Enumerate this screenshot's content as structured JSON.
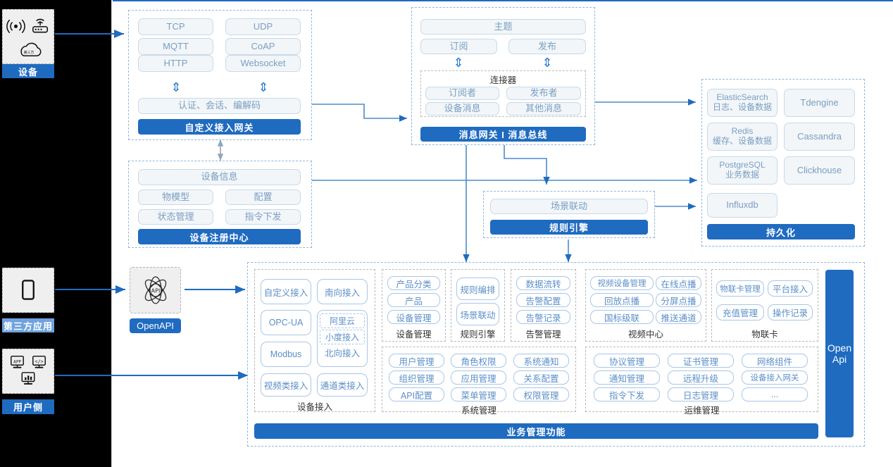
{
  "theme": {
    "accent": "#1f6bc0",
    "accent_light": "#6fa3dd",
    "chip_text": "#7a9ec4",
    "outline": "#a9c6e6",
    "rail_bg": "#000000"
  },
  "rail": {
    "device": {
      "label": "设备",
      "icons": [
        "wifi-signal-icon",
        "router-icon",
        "cloud-icon"
      ]
    },
    "third_party": {
      "label": "第三方应用",
      "icons": [
        "mobile-phone-icon"
      ]
    },
    "user_side": {
      "label": "用户侧",
      "icons": [
        "app-monitor-icon",
        "code-monitor-icon",
        "chart-monitor-icon"
      ]
    }
  },
  "gateway": {
    "protocols": [
      "TCP",
      "UDP",
      "MQTT",
      "CoAP",
      "HTTP",
      "Websocket"
    ],
    "middle": "认证、会话、编解码",
    "bar": "自定义接入网关"
  },
  "message": {
    "topic": "主题",
    "subscribe": "订阅",
    "publish": "发布",
    "connector_title": "连接器",
    "connector_items": [
      "订阅者",
      "发布者",
      "设备消息",
      "其他消息"
    ],
    "bar": "消息网关 I 消息总线"
  },
  "registry": {
    "info": "设备信息",
    "items": [
      "物模型",
      "配置",
      "状态管理",
      "指令下发"
    ],
    "bar": "设备注册中心"
  },
  "rule": {
    "scene": "场景联动",
    "bar": "规则引擎"
  },
  "persistence": {
    "stores": [
      {
        "name": "ElasticSearch",
        "sub": "日志、设备数据"
      },
      {
        "name": "Tdengine",
        "sub": ""
      },
      {
        "name": "Redis",
        "sub": "缓存、设备数据"
      },
      {
        "name": "Cassandra",
        "sub": ""
      },
      {
        "name": "PostgreSQL",
        "sub": "业务数据"
      },
      {
        "name": "Clickhouse",
        "sub": ""
      },
      {
        "name": "Influxdb",
        "sub": ""
      }
    ],
    "bar": "持久化"
  },
  "openapi": {
    "icon": "api-atom-icon",
    "label": "OpenAPI",
    "vertical_label_line1": "Open",
    "vertical_label_line2": "Api"
  },
  "business": {
    "bar": "业务管理功能",
    "groups": [
      {
        "title": "设备接入",
        "items": [
          "自定义接入",
          "南向接入",
          "OPC-UA",
          "Modbus",
          "视频类接入",
          "通道类接入"
        ],
        "nested": {
          "title": "北向接入",
          "items": [
            "阿里云",
            "小度接入"
          ]
        }
      },
      {
        "title": "设备管理",
        "items": [
          "产品分类",
          "产品",
          "设备管理"
        ]
      },
      {
        "title": "规则引擎",
        "items": [
          "规则编排",
          "场景联动"
        ]
      },
      {
        "title": "告警管理",
        "items": [
          "数据流转",
          "告警配置",
          "告警记录"
        ]
      },
      {
        "title": "视频中心",
        "items": [
          "视频设备管理",
          "在线点播",
          "回放点播",
          "分屏点播",
          "国标级联",
          "推送通道"
        ]
      },
      {
        "title": "物联卡",
        "items": [
          "物联卡管理",
          "平台接入",
          "充值管理",
          "操作记录"
        ]
      },
      {
        "title": "系统管理",
        "items": [
          "用户管理",
          "角色权限",
          "系统通知",
          "组织管理",
          "应用管理",
          "关系配置",
          "API配置",
          "菜单管理",
          "权限管理"
        ]
      },
      {
        "title": "运维管理",
        "items": [
          "协议管理",
          "证书管理",
          "网络组件",
          "通知管理",
          "远程升级",
          "设备接入网关",
          "指令下发",
          "日志管理",
          "..."
        ]
      }
    ]
  }
}
